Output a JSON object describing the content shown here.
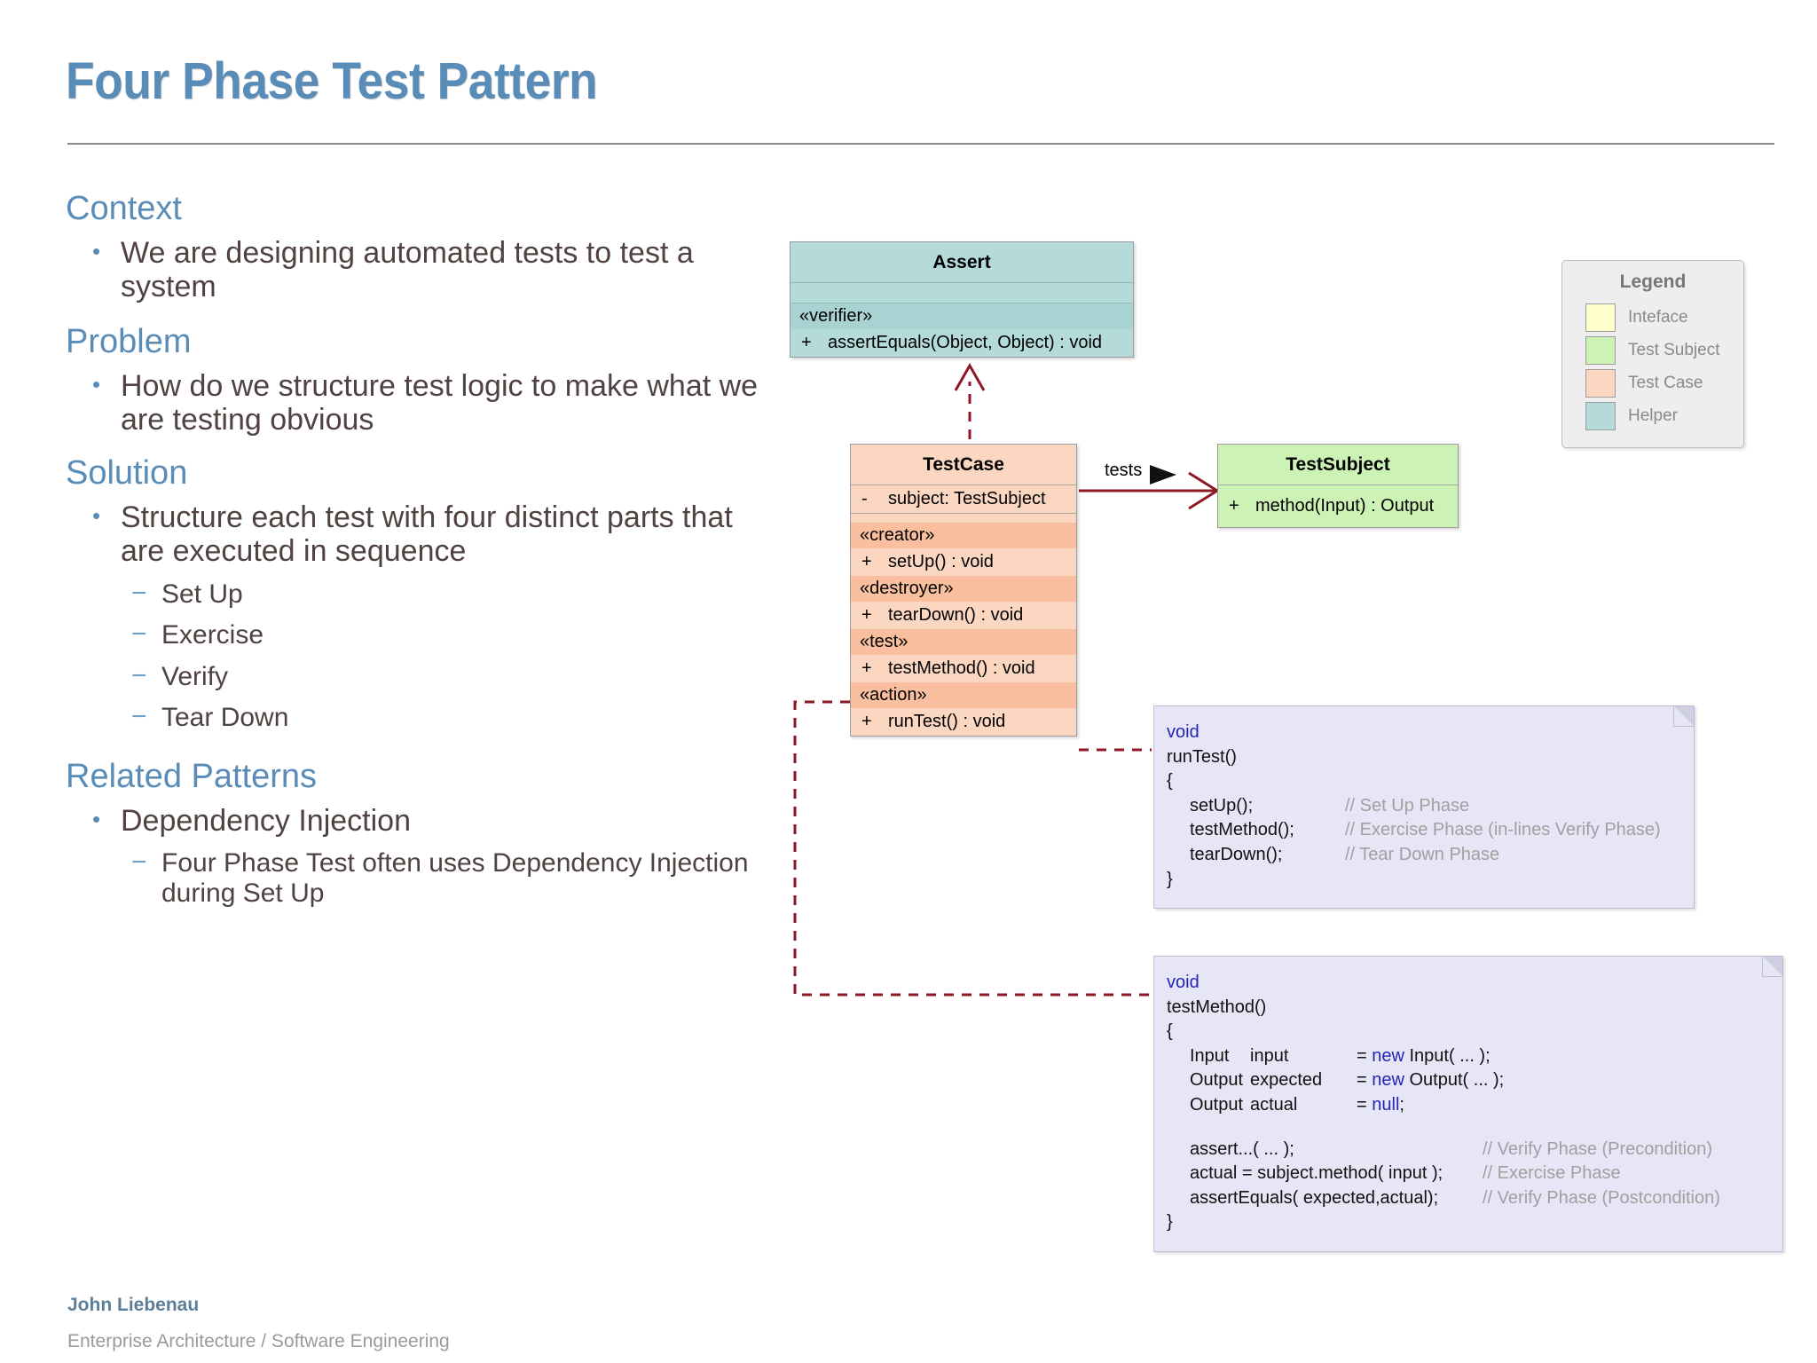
{
  "slide": {
    "title": "Four Phase Test Pattern",
    "footer": {
      "name": "John Liebenau",
      "subtitle": "Enterprise Architecture / Software Engineering"
    }
  },
  "content": {
    "sections": [
      {
        "heading": "Context",
        "bullets": [
          {
            "level": 1,
            "text": "We are designing automated tests to test a system"
          }
        ]
      },
      {
        "heading": "Problem",
        "bullets": [
          {
            "level": 1,
            "text": "How do we structure test logic to make what we are testing obvious"
          }
        ]
      },
      {
        "heading": "Solution",
        "bullets": [
          {
            "level": 1,
            "text": "Structure each test with four distinct parts that are executed in sequence"
          },
          {
            "level": 2,
            "text": "Set Up"
          },
          {
            "level": 2,
            "text": "Exercise"
          },
          {
            "level": 2,
            "text": "Verify"
          },
          {
            "level": 2,
            "text": "Tear Down"
          }
        ]
      },
      {
        "heading": "Related Patterns",
        "bullets": [
          {
            "level": 1,
            "text": "Dependency Injection"
          },
          {
            "level": 2,
            "text": "Four Phase Test often uses Dependency Injection during Set Up"
          }
        ]
      }
    ]
  },
  "diagram": {
    "assert_class": {
      "name": "Assert",
      "stereotype": "«verifier»",
      "method_visibility": "+",
      "method": "assertEquals(Object, Object) : void",
      "color": "#b5dada"
    },
    "testcase_class": {
      "name": "TestCase",
      "attribute_visibility": "-",
      "attribute": "subject:  TestSubject",
      "color": "#fbd6c1",
      "operations": [
        {
          "stereotype": "«creator»",
          "visibility": "+",
          "signature": "setUp() : void"
        },
        {
          "stereotype": "«destroyer»",
          "visibility": "+",
          "signature": "tearDown() : void"
        },
        {
          "stereotype": "«test»",
          "visibility": "+",
          "signature": "testMethod() : void"
        },
        {
          "stereotype": "«action»",
          "visibility": "+",
          "signature": "runTest() : void"
        }
      ]
    },
    "testsubject_class": {
      "name": "TestSubject",
      "method_visibility": "+",
      "method": "method(Input) : Output",
      "color": "#cdf2b6"
    },
    "association_label": "tests",
    "association_color": "#8f1725",
    "legend": {
      "title": "Legend",
      "items": [
        {
          "label": "Inteface",
          "color": "#ffffcc"
        },
        {
          "label": "Test Subject",
          "color": "#cdf2b6"
        },
        {
          "label": "Test Case",
          "color": "#fbd6c1"
        },
        {
          "label": "Helper",
          "color": "#b5dada"
        }
      ]
    },
    "note_runtest": {
      "return_type": "void",
      "signature": "runTest()",
      "open_brace": "{",
      "close_brace": "}",
      "lines": [
        {
          "code": "setUp();",
          "comment": "// Set Up Phase"
        },
        {
          "code": "testMethod();",
          "comment": "// Exercise Phase (in-lines Verify Phase)"
        },
        {
          "code": "tearDown();",
          "comment": "// Tear Down Phase"
        }
      ]
    },
    "note_testmethod": {
      "return_type": "void",
      "signature": "testMethod()",
      "open_brace": "{",
      "close_brace": "}",
      "decl_lines": [
        {
          "type": "Input",
          "var": "input",
          "eq": "= ",
          "kw": "new ",
          "rest": "Input( ... );"
        },
        {
          "type": "Output",
          "var": "expected",
          "eq": "= ",
          "kw": "new ",
          "rest": "Output( ... );"
        },
        {
          "type": "Output",
          "var": "actual",
          "eq": "= ",
          "kw": "null",
          "rest": ";"
        }
      ],
      "body_lines": [
        {
          "code": "assert...( ... );",
          "comment": "// Verify Phase (Precondition)"
        },
        {
          "code": "actual = subject.method( input );",
          "comment": "// Exercise Phase"
        },
        {
          "code": "assertEquals( expected,actual);",
          "comment": "// Verify Phase (Postcondition)"
        }
      ]
    }
  }
}
